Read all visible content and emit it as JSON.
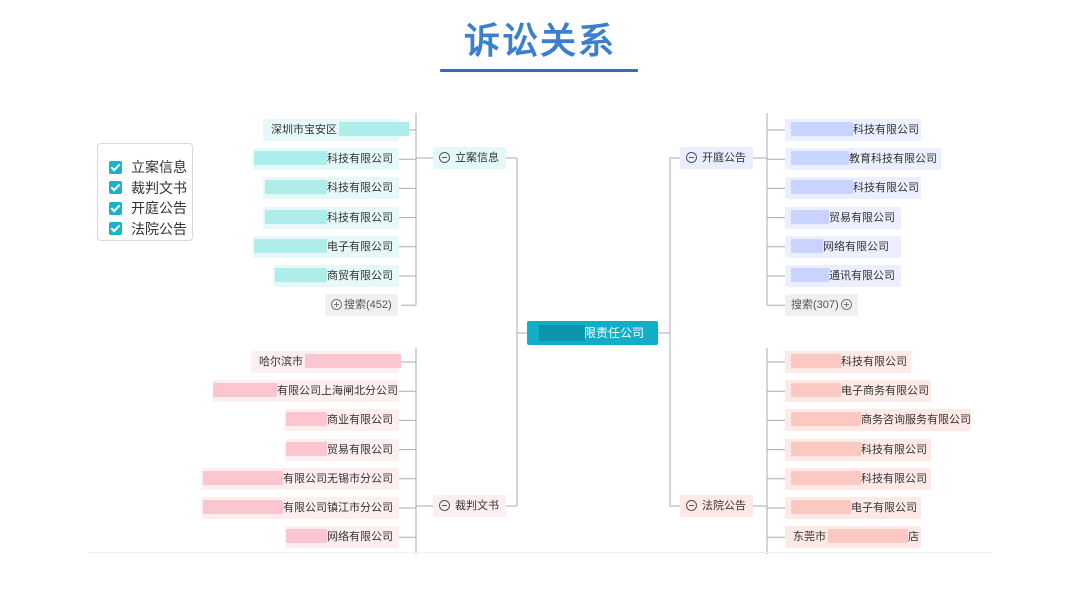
{
  "title": "诉讼关系",
  "legend": [
    {
      "label": "立案信息",
      "color": "#19b4c9",
      "checked": true
    },
    {
      "label": "裁判文书",
      "color": "#19b4c9",
      "checked": true
    },
    {
      "label": "开庭公告",
      "color": "#19b4c9",
      "checked": true
    },
    {
      "label": "法院公告",
      "color": "#19b4c9",
      "checked": true
    }
  ],
  "center": {
    "label": "有限责任公司"
  },
  "groups": [
    {
      "id": "lian",
      "label": "立案信息",
      "side": "left",
      "node_bg": "#e6f9f8",
      "redact_color": "#aeeeea",
      "hub_bg": "#e3f8f7",
      "more": "搜索(452)",
      "items": [
        {
          "text": "深圳市宝安区",
          "redact_after": true
        },
        {
          "text": "科技有限公司"
        },
        {
          "text": "科技有限公司"
        },
        {
          "text": "科技有限公司"
        },
        {
          "text": "电子有限公司"
        },
        {
          "text": "商贸有限公司"
        }
      ]
    },
    {
      "id": "caipan",
      "label": "裁判文书",
      "side": "left",
      "node_bg": "#fdeef0",
      "redact_color": "#fbc6cf",
      "hub_bg": "#fdeef0",
      "items": [
        {
          "text": "哈尔滨市",
          "redact_after": true
        },
        {
          "text": "有限公司上海闸北分公司"
        },
        {
          "text": "商业有限公司"
        },
        {
          "text": "贸易有限公司"
        },
        {
          "text": "有限公司无锡市分公司"
        },
        {
          "text": "有限公司镇江市分公司"
        },
        {
          "text": "网络有限公司"
        }
      ]
    },
    {
      "id": "kaiting",
      "label": "开庭公告",
      "side": "right",
      "node_bg": "#ebefff",
      "redact_color": "#c8d3ff",
      "hub_bg": "#e9edfd",
      "more": "搜索(307)",
      "items": [
        {
          "text": "科技有限公司"
        },
        {
          "text": "教育科技有限公司"
        },
        {
          "text": "科技有限公司"
        },
        {
          "text": "贸易有限公司"
        },
        {
          "text": "网络有限公司"
        },
        {
          "text": "通讯有限公司"
        }
      ]
    },
    {
      "id": "fayuan",
      "label": "法院公告",
      "side": "right",
      "node_bg": "#fde9e6",
      "redact_color": "#fcc9c2",
      "hub_bg": "#fde9e6",
      "items": [
        {
          "text": "科技有限公司"
        },
        {
          "text": "电子商务有限公司"
        },
        {
          "text": "商务咨询服务有限公司"
        },
        {
          "text": "科技有限公司"
        },
        {
          "text": "科技有限公司"
        },
        {
          "text": "电子有限公司"
        },
        {
          "text": "东莞市",
          "redact_after": true,
          "suffix": "店"
        }
      ]
    }
  ]
}
